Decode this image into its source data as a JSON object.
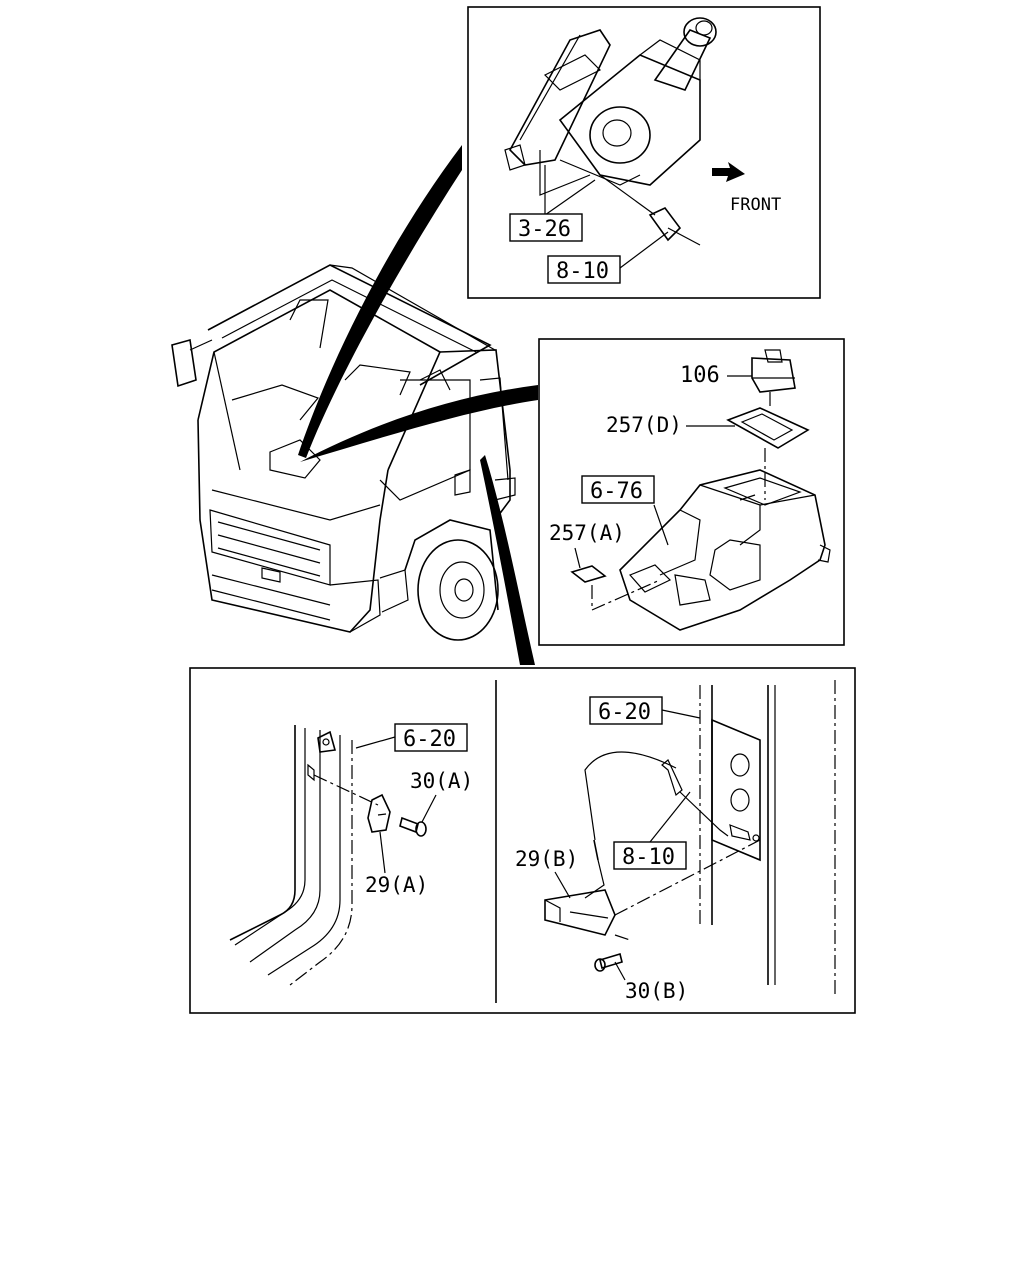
{
  "labels": {
    "top_3_26": "3-26",
    "top_8_10": "8-10",
    "front": "FRONT",
    "p106": "106",
    "p257d": "257(D)",
    "p6_76": "6-76",
    "p257a": "257(A)",
    "bl_6_20": "6-20",
    "p30a": "30(A)",
    "p29a": "29(A)",
    "br_6_20": "6-20",
    "br_8_10": "8-10",
    "p29b": "29(B)",
    "p30b": "30(B)"
  }
}
